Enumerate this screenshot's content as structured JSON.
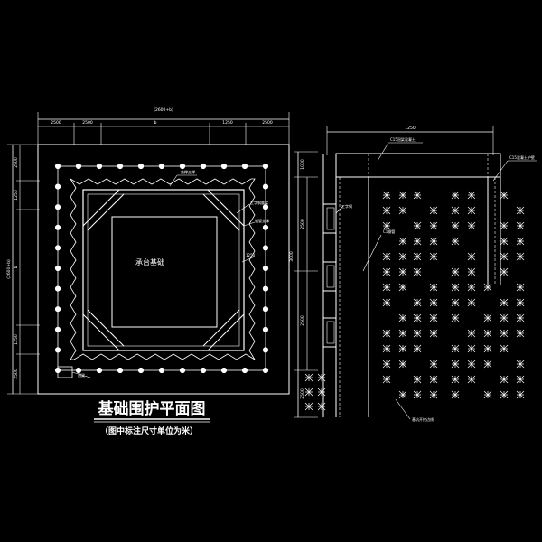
{
  "colors": {
    "background": "#000000",
    "line": "#ffffff",
    "pile_marks": "#ffffff"
  },
  "plan": {
    "dim_top_total": "(2600+b)",
    "dim_top_segments": [
      "2500",
      "2500",
      "b",
      "1250",
      "2500"
    ],
    "dim_left_total": "(2600+b)",
    "dim_left_segments": [
      "2500",
      "1250",
      "b",
      "1250",
      "2500"
    ],
    "pit_label": "承台基础",
    "label_top_strut": "角撑支撑",
    "label_right_1": "工字钢腰梁",
    "label_right_2": "钢管支撑",
    "label_right_dim": "1250",
    "label_bottom_left": "冠梁"
  },
  "title": {
    "main": "基础围护平面图",
    "sub": "（图中标注尺寸单位为米）"
  },
  "section": {
    "dim_top": "1250",
    "label_cap": "C15冠梁混凝土",
    "label_right": "C15混凝土护壁",
    "label_left_1": "工字钢",
    "label_left_2": "C1钢管",
    "label_bottom": "基坑开挖边线",
    "dims_left": [
      "1000",
      "2500",
      "2500",
      "2500"
    ],
    "dim_mid": "3000"
  }
}
